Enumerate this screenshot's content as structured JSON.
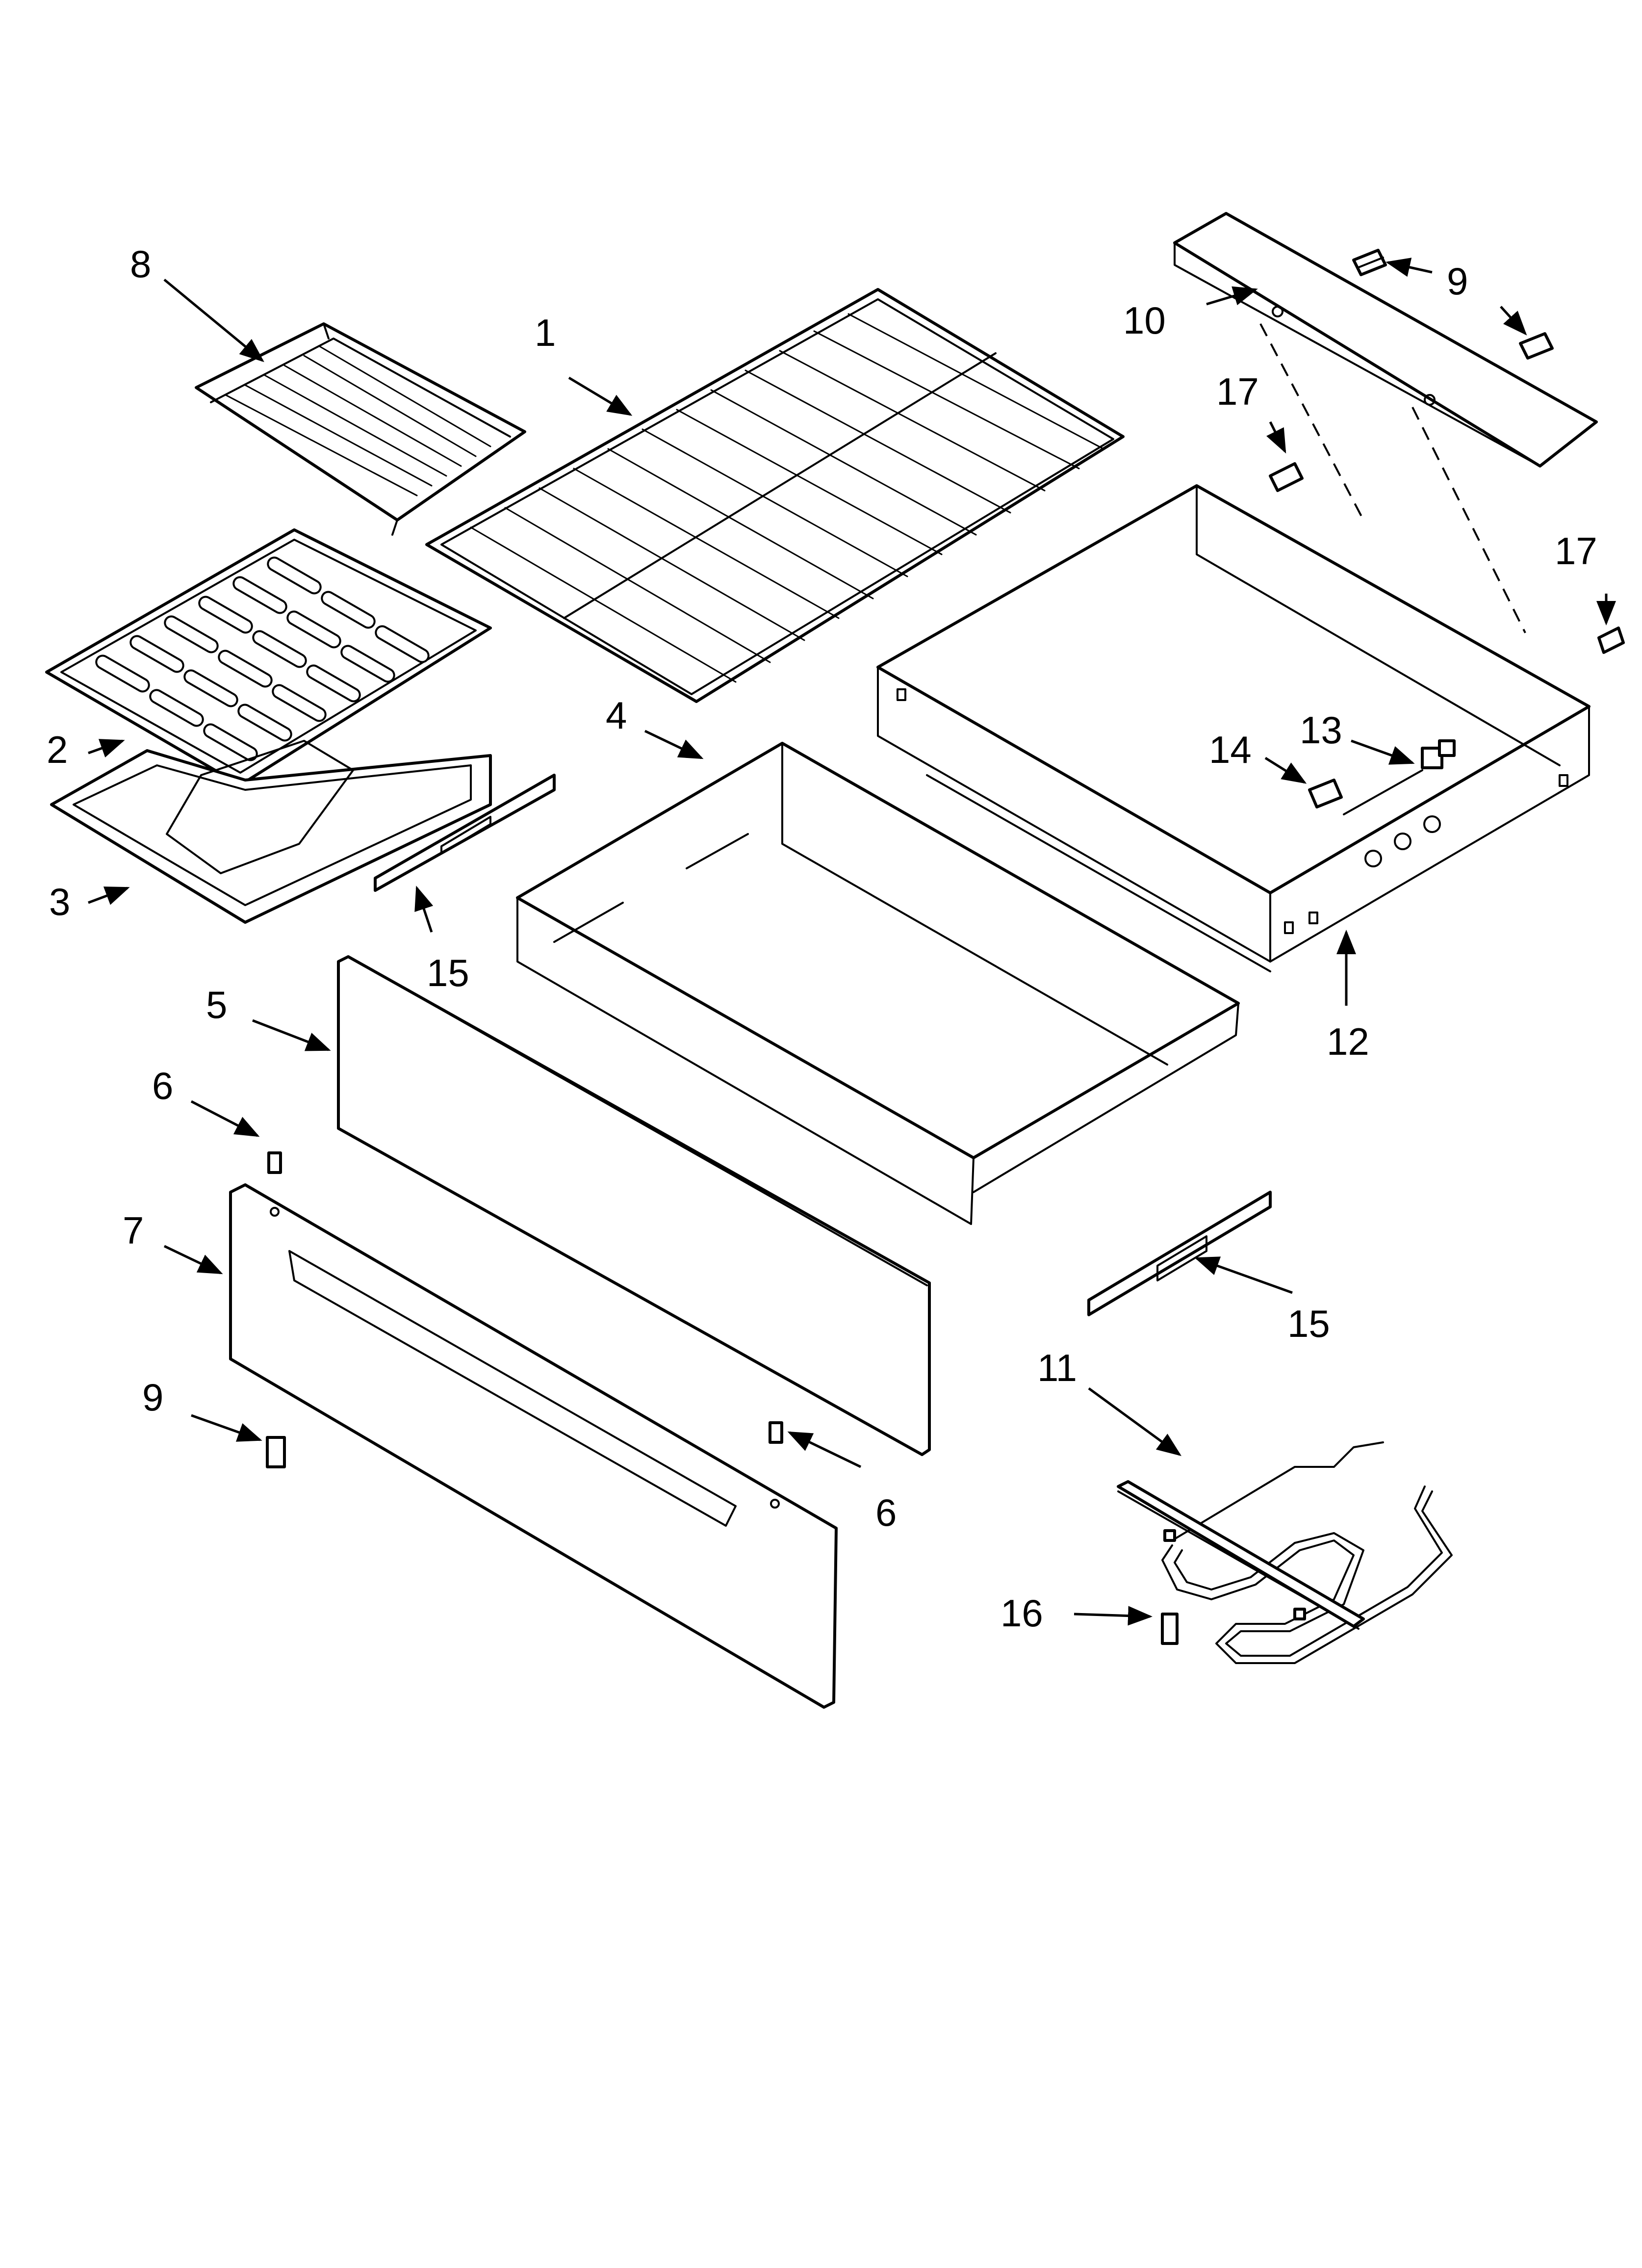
{
  "callouts": {
    "c1": "1",
    "c2": "2",
    "c3": "3",
    "c4": "4",
    "c5": "5",
    "c6a": "6",
    "c6b": "6",
    "c7": "7",
    "c8": "8",
    "c9a": "9",
    "c9b": "9",
    "c10": "10",
    "c11": "11",
    "c12": "12",
    "c13": "13",
    "c14": "14",
    "c15a": "15",
    "c15b": "15",
    "c16": "16",
    "c17a": "17",
    "c17b": "17"
  },
  "colors": {
    "line": "#000000",
    "background": "#ffffff"
  }
}
